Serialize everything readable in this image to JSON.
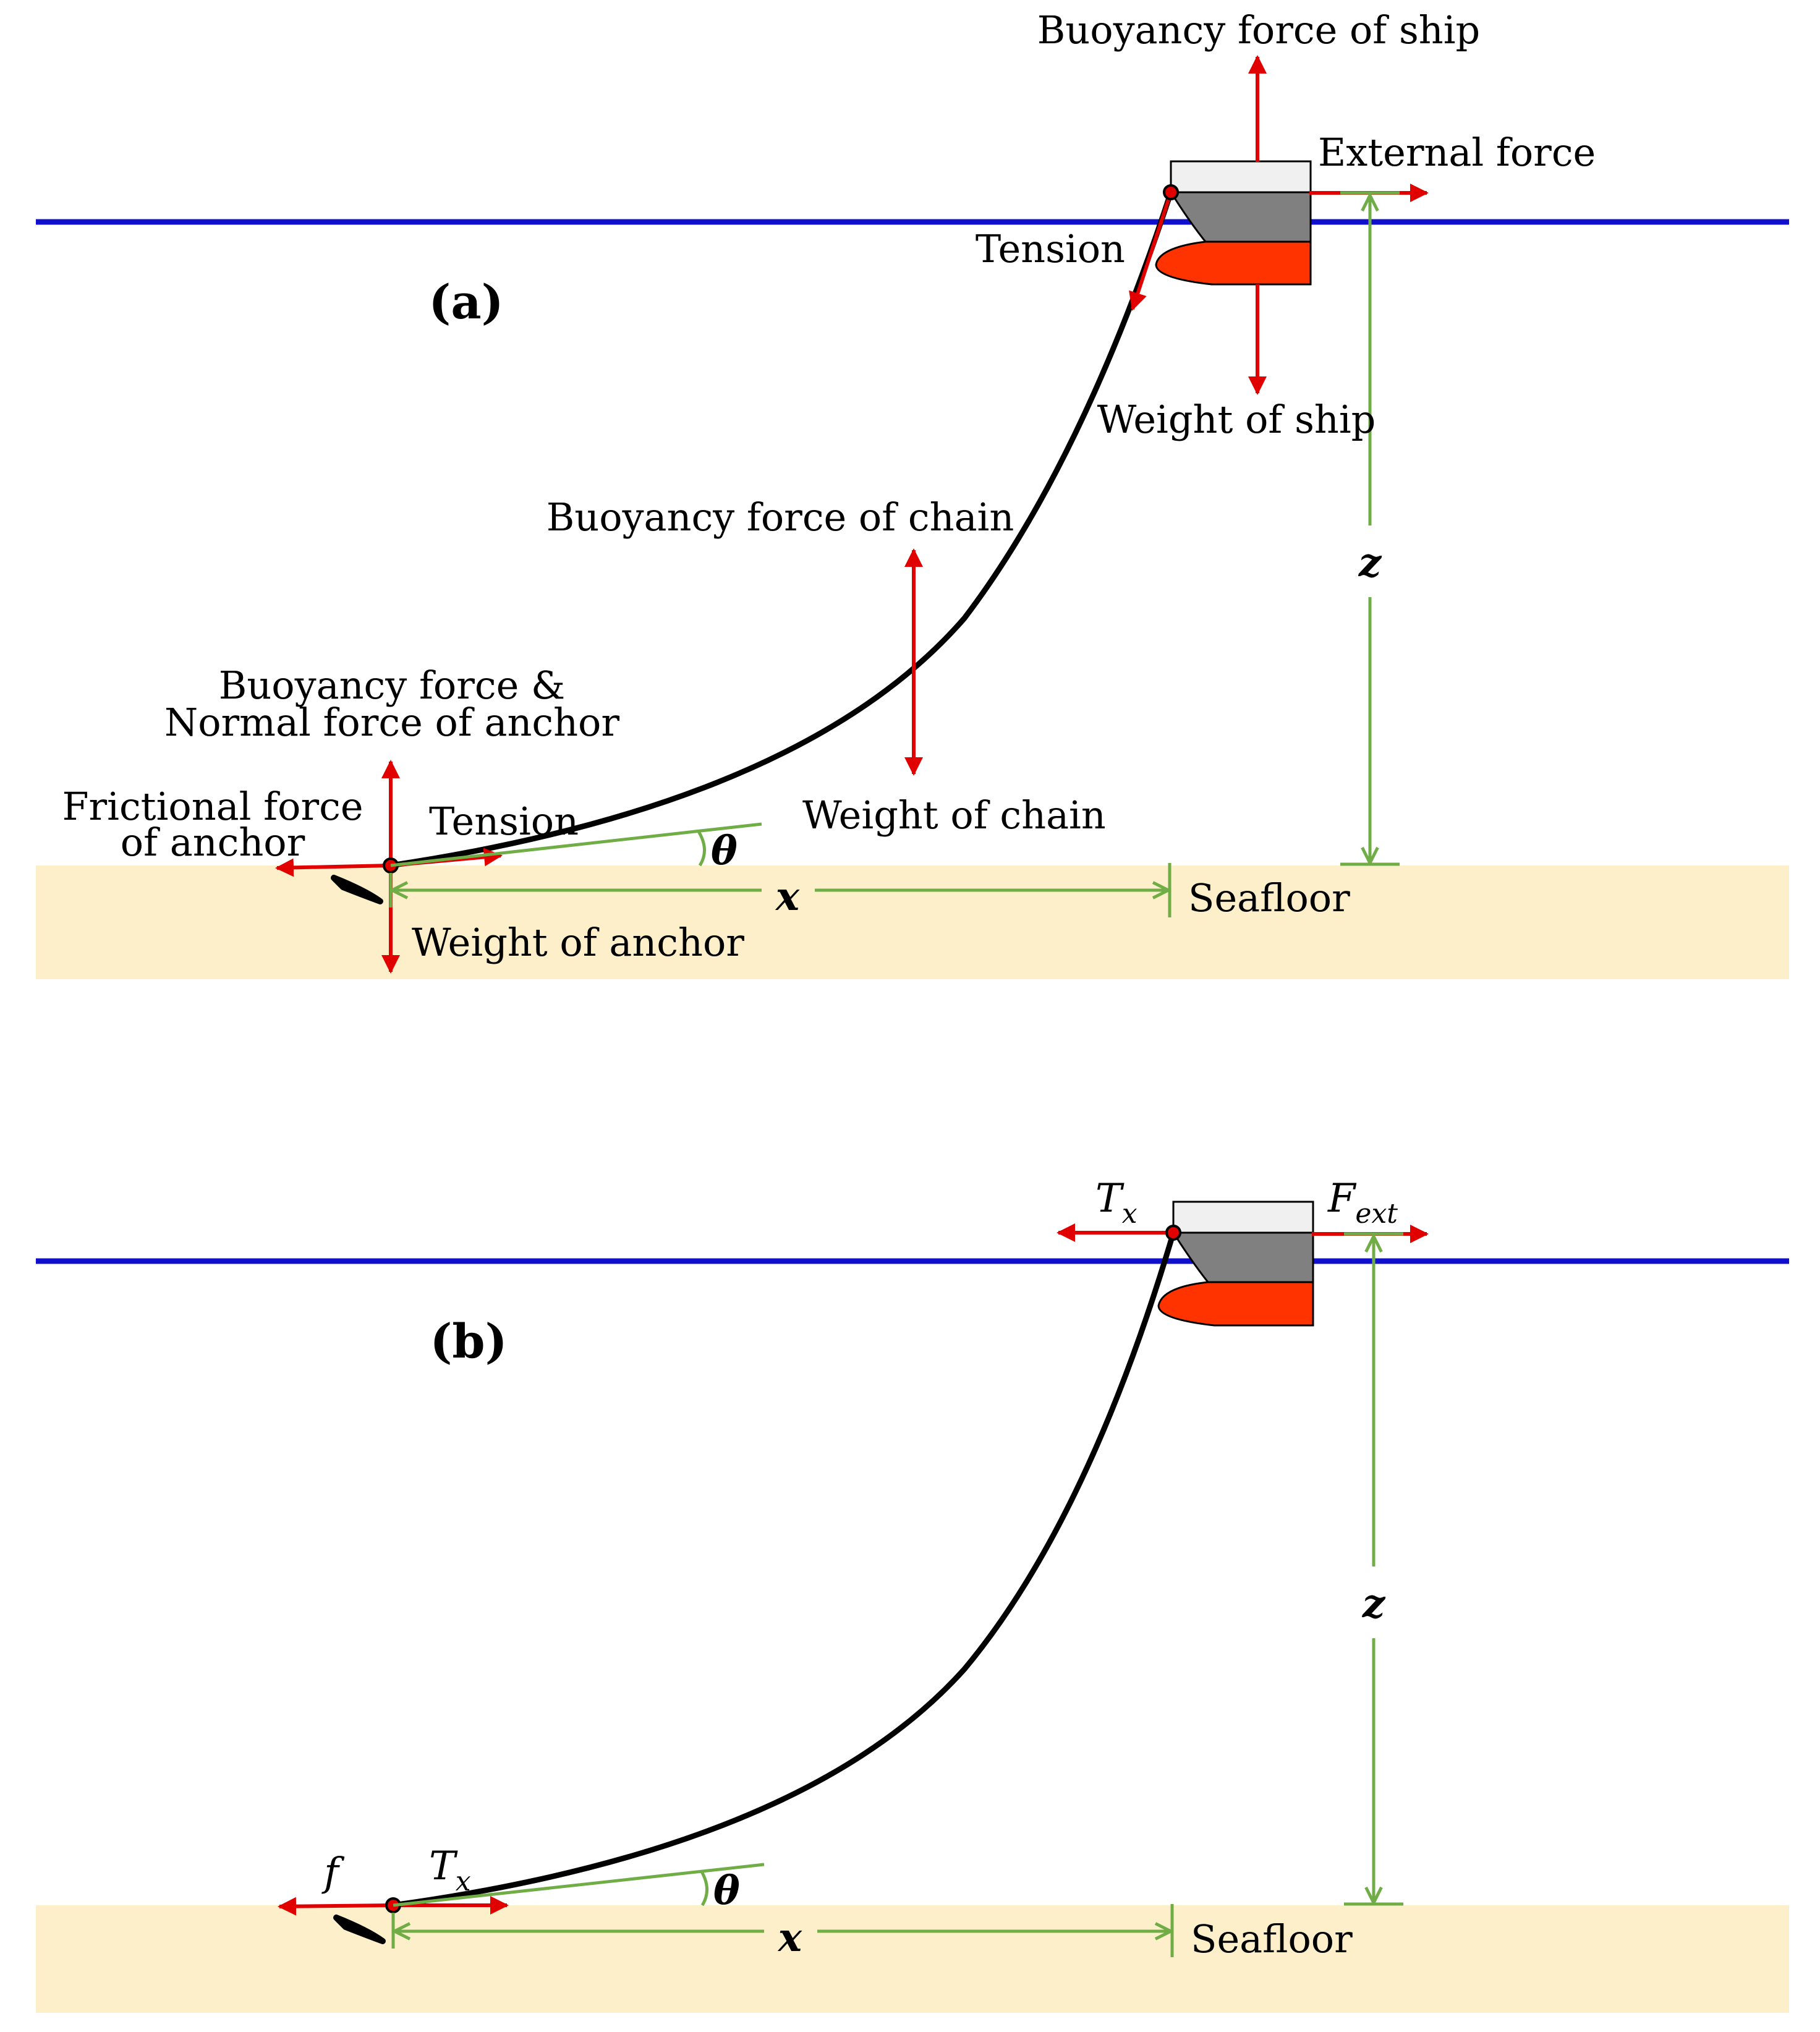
{
  "colors": {
    "water": "#1010cc",
    "seafloor": "#fdefc9",
    "force": "#e00000",
    "dimension": "#70ad47",
    "chain": "#000000",
    "hull_red": "#ff3300",
    "hull_grey": "#808080",
    "deck": "#f0f0f0"
  },
  "panel_a": {
    "label": "(a)",
    "buoyancy_ship": "Buoyancy force of ship",
    "external_force": "External force",
    "tension_top": "Tension",
    "weight_ship": "Weight of ship",
    "buoyancy_chain": "Buoyancy force of chain",
    "weight_chain": "Weight of chain",
    "anchor_buoyancy_line1": "Buoyancy force &",
    "anchor_buoyancy_line2": "Normal force of anchor",
    "friction_line1": "Frictional force",
    "friction_line2": "of anchor",
    "tension_bottom": "Tension",
    "weight_anchor": "Weight of anchor",
    "angle": "θ",
    "x_dim": "x",
    "z_dim": "z",
    "seafloor": "Seafloor"
  },
  "panel_b": {
    "label": "(b)",
    "tx_top": "T",
    "tx_top_sub": "x",
    "fext": "F",
    "fext_sub": "ext",
    "f": "f",
    "tx_bottom": "T",
    "tx_bottom_sub": "x",
    "angle": "θ",
    "x_dim": "x",
    "z_dim": "z",
    "seafloor": "Seafloor"
  }
}
